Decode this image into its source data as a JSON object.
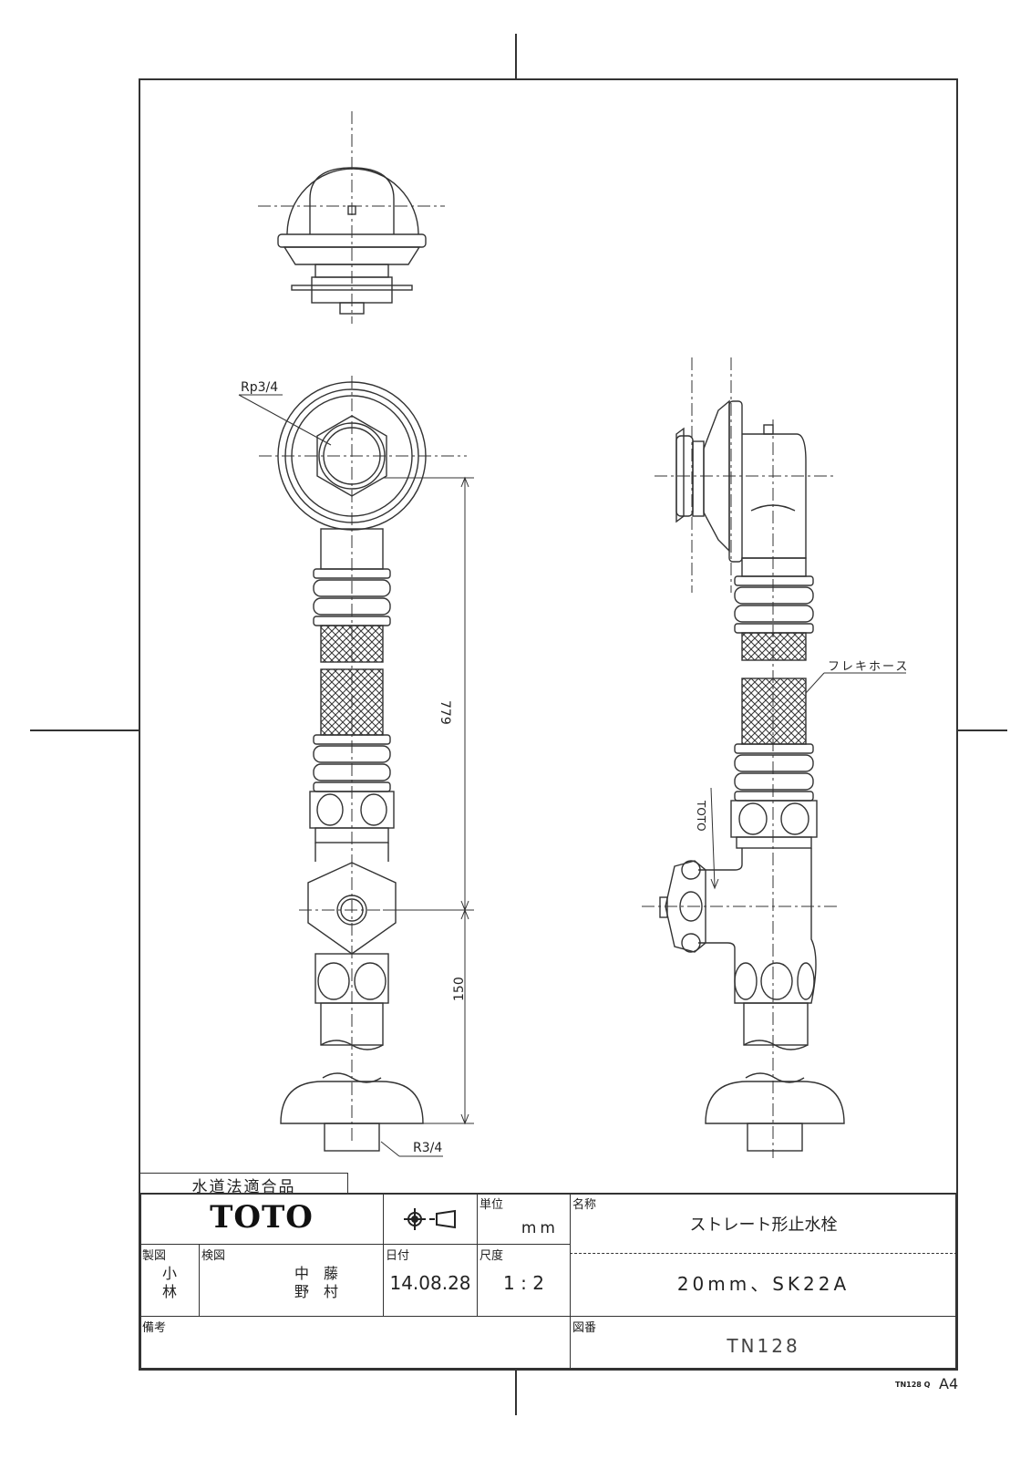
{
  "drawing": {
    "annotations": {
      "top_thread": "Rp3/4",
      "bottom_thread": "R3/4",
      "flex_hose": "フレキホース",
      "brand_mark": "TOTO",
      "dim_overall": "779",
      "dim_lower": "150"
    }
  },
  "title_block": {
    "compliance": "水道法適合品",
    "logo": "TOTO",
    "projection_symbol": "third-angle-projection-icon",
    "unit_label": "単位",
    "unit_value": "mm",
    "name_label": "名称",
    "name_value": "ストレート形止水栓",
    "spec_value": "20mm、SK22A",
    "drawn_label": "製図",
    "drawn_by": "小\n林",
    "checked_label": "検図",
    "checked_by_1": "中　藤",
    "checked_by_2": "野　村",
    "date_label": "日付",
    "date_value": "14.08.28",
    "scale_label": "尺度",
    "scale_value": "1 : 2",
    "remarks_label": "備考",
    "drawing_no_label": "図番",
    "drawing_no_value": "TN128"
  },
  "footer": {
    "code": "TN128 Q",
    "paper_size": "A4"
  }
}
